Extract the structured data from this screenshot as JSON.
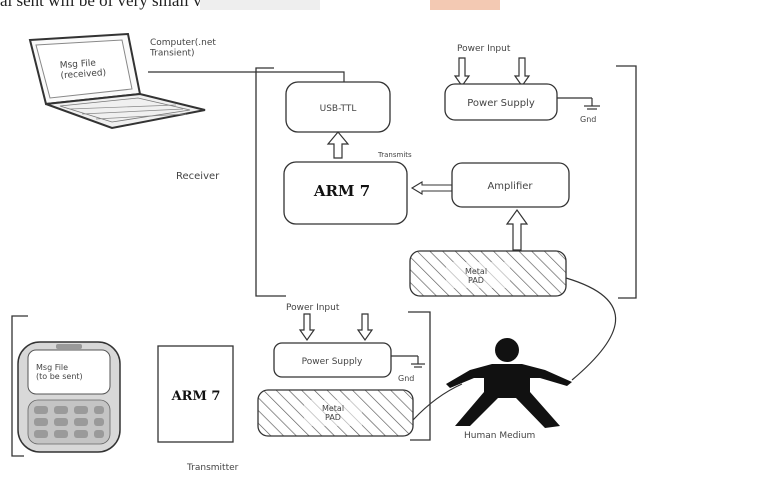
{
  "top_text": "al sent will be of very small voltage.",
  "laptop": {
    "screen_text": "Msg File\n(received)",
    "caption": "Computer(.net\nTransient)"
  },
  "receiver": {
    "section_label": "Receiver",
    "usb_ttl": "USB-TTL",
    "power_input": "Power Input",
    "power_supply": "Power Supply",
    "gnd": "Gnd",
    "transmits": "Transmits",
    "arm7": "ARM 7",
    "amplifier": "Amplifier",
    "metal_pad": "Metal\nPAD"
  },
  "transmitter": {
    "section_label": "Transmitter",
    "phone_text": "Msg File\n(to be sent)",
    "arm7": "ARM 7",
    "power_input": "Power Input",
    "power_supply": "Power Supply",
    "gnd": "Gnd",
    "metal_pad": "Metal\nPAD"
  },
  "human_medium": "Human Medium",
  "colors": {
    "line": "#222222",
    "text": "#444444",
    "watermark_orange": "#e0601e"
  }
}
